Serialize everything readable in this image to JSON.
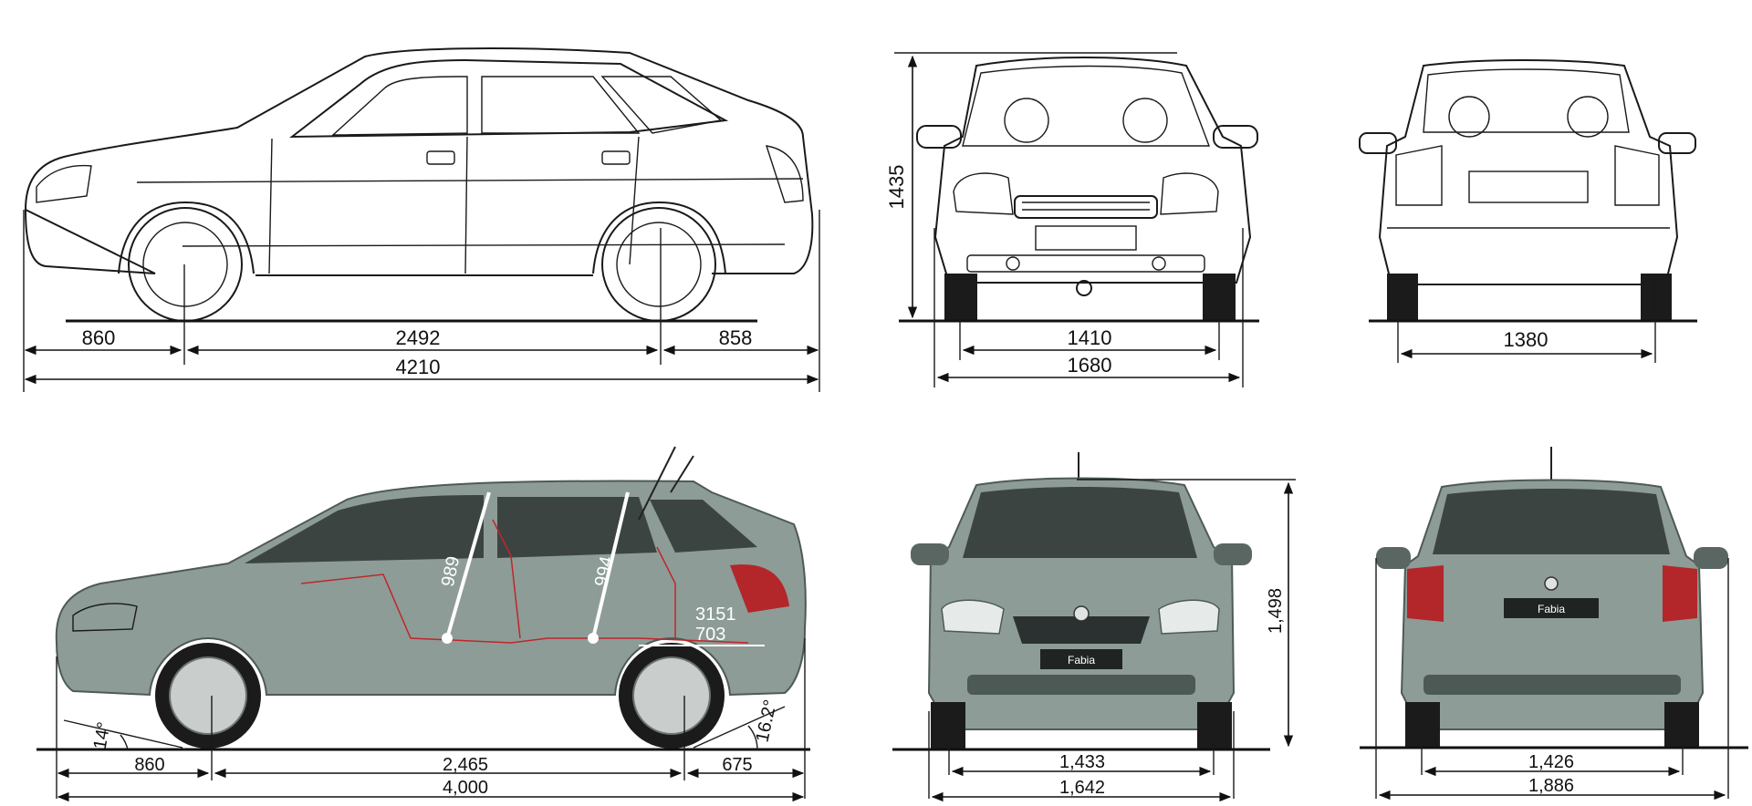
{
  "priora": {
    "side": {
      "front_overhang": "860",
      "wheelbase": "2492",
      "rear_overhang": "858",
      "length": "4210"
    },
    "front": {
      "height": "1435",
      "track_front": "1410",
      "width": "1680"
    },
    "rear": {
      "track_rear": "1380"
    }
  },
  "fabia": {
    "side": {
      "approach_angle": "14°",
      "departure_angle": "16.2°",
      "front_overhang": "860",
      "wheelbase": "2,465",
      "rear_overhang": "675",
      "length": "4,000",
      "front_headroom": "989",
      "rear_headroom": "994",
      "load_length": "703",
      "volume": "3151"
    },
    "front": {
      "height": "1,498",
      "track_front": "1,433",
      "width": "1,642",
      "plate": "Fabia"
    },
    "rear": {
      "track_rear": "1,426",
      "width_mirrors": "1,886",
      "plate": "Fabia"
    }
  },
  "colors": {
    "body_grey_green": "#8d9c96",
    "taillight_red": "#b3262a",
    "interior_outline_red": "#c0262b"
  }
}
